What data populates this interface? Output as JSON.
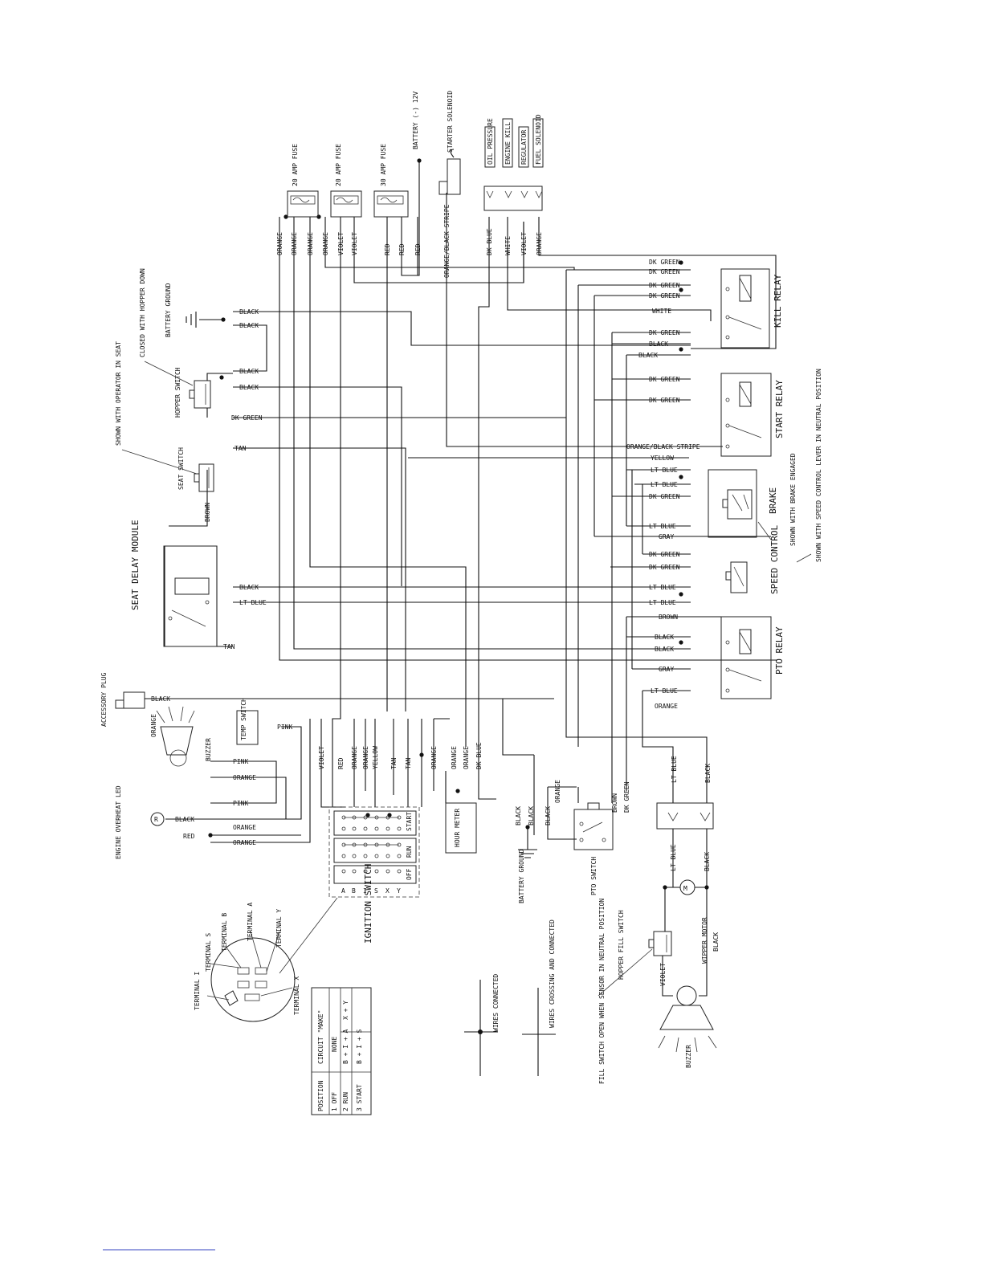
{
  "components": {
    "battery": "BATTERY (-) 12V",
    "starter_solenoid": "STARTER SOLENOID",
    "fuse_20a_1": "20 AMP FUSE",
    "fuse_20a_2": "20 AMP FUSE",
    "fuse_30a": "30 AMP FUSE",
    "connector_labels": [
      "OIL PRESSURE",
      "ENGINE KILL",
      "REGULATOR",
      "FUEL SOLENOID"
    ],
    "kill_relay": "KILL RELAY",
    "start_relay": "START RELAY",
    "brake": "BRAKE",
    "speed_control": "SPEED CONTROL",
    "pto_relay": "PTO RELAY",
    "battery_ground_top": "BATTERY GROUND",
    "battery_ground_bottom": "BATTERY GROUND",
    "hopper_switch": "HOPPER SWITCH",
    "seat_switch": "SEAT SWITCH",
    "seat_delay_module": "SEAT DELAY MODULE",
    "accessory_plug": "ACCESSORY PLUG",
    "buzzer_top": "BUZZER",
    "temp_switch": "TEMP SWITCH",
    "engine_overheat_led": "ENGINE OVERHEAT LED",
    "ignition_switch": "IGNITION SWITCH",
    "hour_meter": "HOUR METER",
    "pto_switch": "PTO SWITCH",
    "hopper_fill_switch": "HOPPER FILL SWITCH",
    "wiper_motor": "WIPPER MOTOR",
    "buzzer_bottom": "BUZZER"
  },
  "notes": {
    "hopper_down": "CLOSED WITH HOPPER DOWN",
    "operator_in_seat": "SHOWN WITH OPERATOR IN SEAT",
    "brake_engaged": "SHOWN WITH BRAKE ENGAGED",
    "speed_neutral": "SHOWN WITH SPEED CONTROL LEVER IN NEUTRAL POSITION",
    "fill_switch_open": "FILL SWITCH OPEN WHEN SENSOR IN NEUTRAL POSITION"
  },
  "legend": {
    "connected": "WIRES CONNECTED",
    "crossing": "WIRES CROSSING AND CONNECTED"
  },
  "ignition_positions": {
    "columns": [
      "START",
      "RUN",
      "OFF"
    ],
    "terminals": [
      "A",
      "B",
      "I",
      "S",
      "X",
      "Y"
    ]
  },
  "terminal_labels": [
    "TERMINAL I",
    "TERMINAL S",
    "TERMINAL B",
    "TERMINAL A",
    "TERMINAL Y",
    "TERMINAL X"
  ],
  "circuit_table": {
    "headers": [
      "POSITION",
      "CIRCUIT \"MAKE\""
    ],
    "rows": [
      [
        "1 OFF",
        "NONE"
      ],
      [
        "2 RUN",
        "B + I + A",
        "X + Y"
      ],
      [
        "3 START",
        "B + I + S"
      ]
    ]
  },
  "wire_colors": {
    "top": [
      "ORANGE",
      "ORANGE",
      "ORANGE",
      "ORANGE",
      "VIOLET",
      "VIOLET",
      "RED",
      "RED",
      "RED",
      "ORANGE/BLACK STRIPE",
      "DK BLUE",
      "WHITE",
      "VIOLET",
      "ORANGE"
    ],
    "right": [
      "DK GREEN",
      "DK GREEN",
      "DK GREEN",
      "DK GREEN",
      "WHITE",
      "DK GREEN",
      "BLACK",
      "BLACK",
      "DK GREEN",
      "DK GREEN",
      "ORANGE/BLACK STRIPE",
      "YELLOW",
      "LT BLUE",
      "LT BLUE",
      "DK GREEN",
      "LT BLUE",
      "GRAY",
      "DK GREEN",
      "DK GREEN",
      "LT BLUE",
      "LT BLUE",
      "BROWN",
      "BLACK",
      "BLACK",
      "GRAY",
      "LT BLUE",
      "ORANGE"
    ],
    "left": [
      "BLACK",
      "BLACK",
      "BLACK",
      "BLACK",
      "DK GREEN",
      "TAN",
      "BROWN",
      "BLACK",
      "LT BLUE",
      "TAN",
      "BLACK",
      "PINK",
      "ORANGE",
      "PINK",
      "ORANGE",
      "BLACK",
      "PINK",
      "ORANGE",
      "RED",
      "ORANGE"
    ],
    "ignition": [
      "VIOLET",
      "RED",
      "ORANGE",
      "ORANGE",
      "YELLOW",
      "TAN",
      "TAN",
      "ORANGE",
      "ORANGE",
      "ORANGE",
      "DK BLUE"
    ],
    "lower": [
      "BLACK",
      "BLACK",
      "BLACK",
      "ORANGE",
      "BROWN",
      "DK GREEN",
      "LT BLUE",
      "BLACK",
      "LT BLUE",
      "BLACK",
      "BLACK",
      "VIOLET"
    ]
  }
}
